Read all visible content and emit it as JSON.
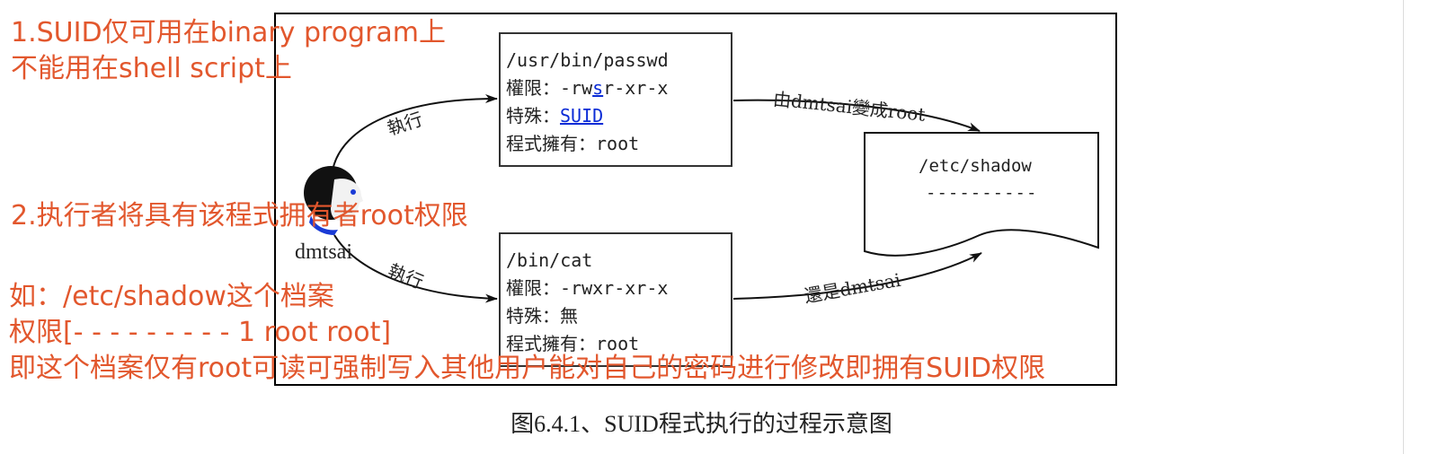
{
  "diagram": {
    "top_box": {
      "path": "/usr/bin/passwd",
      "perm_label": "權限：",
      "perm_pre": "-rw",
      "perm_s": "s",
      "perm_post": "r-xr-x",
      "special_label": "特殊：",
      "special_value": "SUID",
      "owner_label": "程式擁有：",
      "owner_value": "root"
    },
    "bottom_box": {
      "path": "/bin/cat",
      "perm_label": "權限：",
      "perm_value": "-rwxr-xr-x",
      "special_label": "特殊：",
      "special_value": "無",
      "owner_label": "程式擁有：",
      "owner_value": "root"
    },
    "user": {
      "name": "dmtsai"
    },
    "file": {
      "path": "/etc/shadow",
      "dashes": "----------"
    },
    "edges": {
      "exec_top": "執行",
      "exec_bottom": "執行",
      "to_root": "由dmtsai變成root",
      "still_dmtsai": "還是dmtsai"
    }
  },
  "notes": {
    "note1_line1": "1.SUID仅可用在binary program上",
    "note1_line2": "不能用在shell script上",
    "note2": "2.执行者将具有该程式拥有者root权限",
    "note3_line1": "如：/etc/shadow这个档案",
    "note3_line2": "权限[- - - - - - - - - 1 root root]",
    "note3_line3": "即这个档案仅有root可读可强制写入其他用户能对自己的密码进行修改即拥有SUID权限"
  },
  "caption": "图6.4.1、SUID程式执行的过程示意图",
  "colors": {
    "annotation": "#e2572d",
    "link": "#0a2bd6"
  }
}
